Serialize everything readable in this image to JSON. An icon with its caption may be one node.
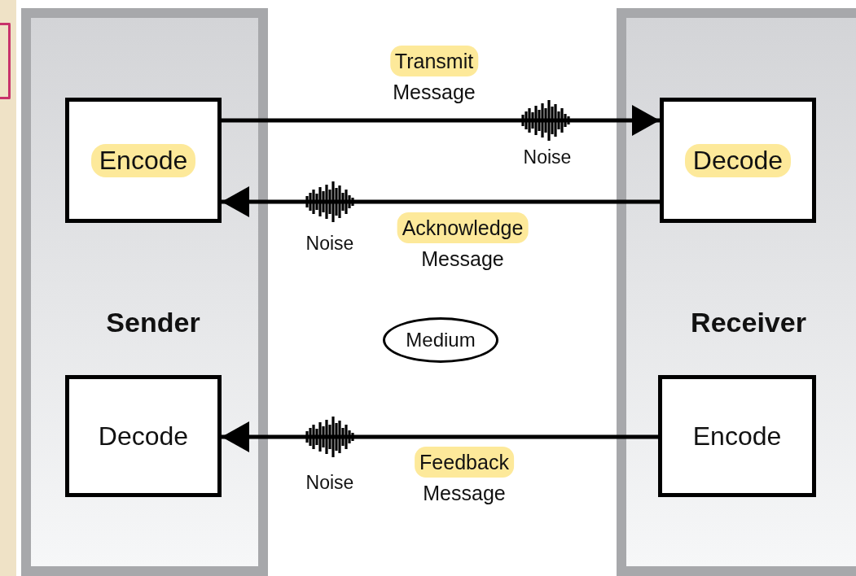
{
  "diagram": {
    "nodes": [
      {
        "text": [
          "Sender"
        ]
      },
      {
        "text": [
          "Encode"
        ],
        "in": 0
      },
      {
        "text": [
          "Decode"
        ],
        "in": 0
      },
      {
        "text": [
          "Receiver"
        ]
      },
      {
        "text": [
          "Decode"
        ],
        "in": 3
      },
      {
        "text": [
          "Encode"
        ],
        "in": 3
      },
      {
        "text": [
          "Medium"
        ]
      }
    ],
    "edges": [
      {
        "from": 1,
        "to": 4,
        "arrow": "to",
        "label": "Transmit Message"
      },
      {
        "from": 4,
        "to": 1,
        "arrow": "to",
        "label": "Acknowledge Message"
      },
      {
        "from": 5,
        "to": 2,
        "arrow": "to",
        "label": "Feedback Message"
      }
    ],
    "labels": [
      "Noise",
      "Noise",
      "Noise"
    ]
  }
}
